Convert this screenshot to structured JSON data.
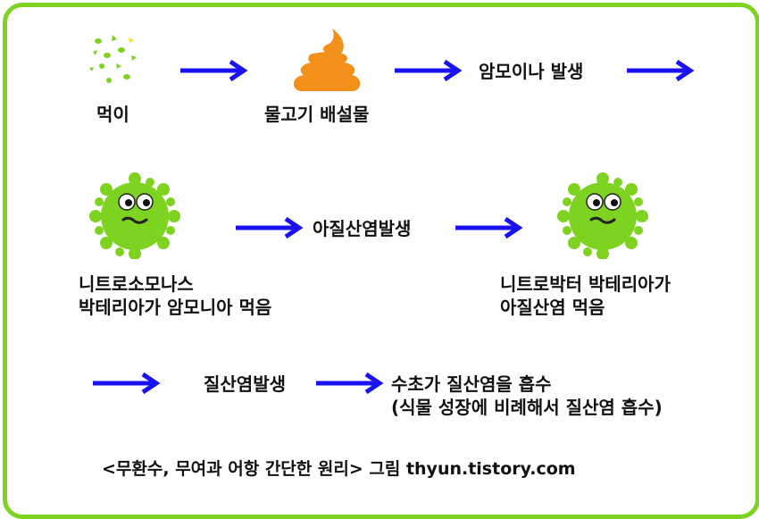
{
  "colors": {
    "frame": "#7ed321",
    "arrow": "#1a12f0",
    "bacteria": "#7ed321",
    "waste": "#f39019",
    "text": "#111111"
  },
  "icons": {
    "food": "food-pellets-icon",
    "waste": "fish-waste-icon",
    "bacteria": "bacteria-icon"
  },
  "row1": {
    "food_label": "먹이",
    "waste_label": "물고기 배설물",
    "ammonia_label": "암모이나 발생"
  },
  "row2": {
    "nitrite_label": "아질산염발생",
    "nitrosomonas_line1": "니트로소모나스",
    "nitrosomonas_line2": "박테리아가 암모니아 먹음",
    "nitrobacter_line1": "니트로박터 박테리아가",
    "nitrobacter_line2": "아질산염 먹음"
  },
  "row3": {
    "nitrate_label": "질산염발생",
    "plant_line1": "수초가 질산염을 흡수",
    "plant_line2": "(식물 성장에 비례해서 질산염 흡수)"
  },
  "credit": "<무환수, 무여과 어항 간단한 원리> 그림  thyun.tistory.com"
}
